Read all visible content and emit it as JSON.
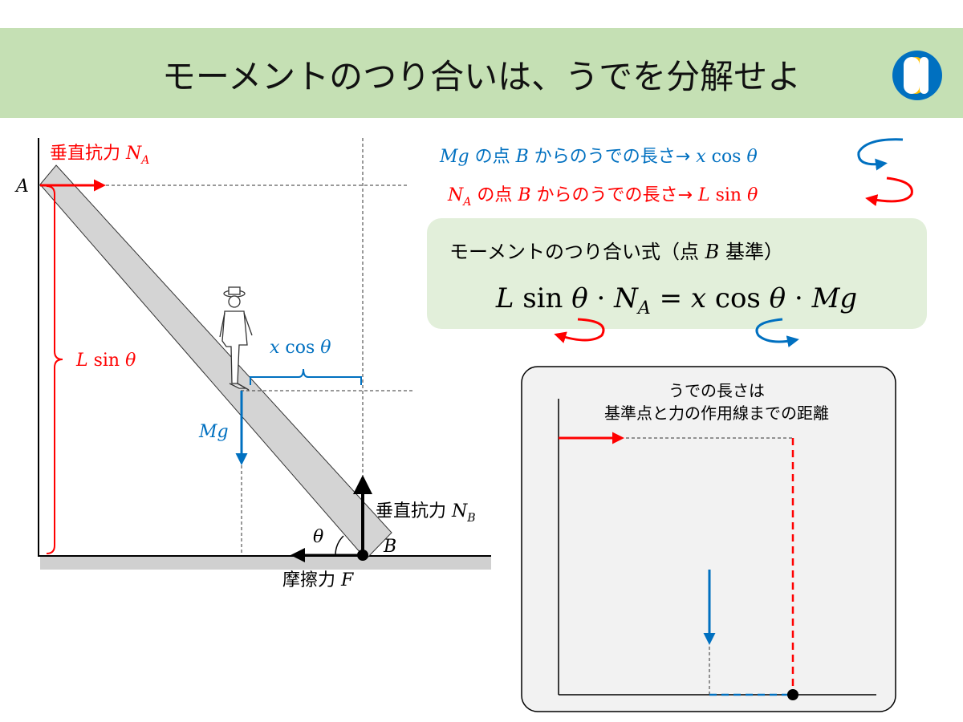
{
  "header": {
    "title": "モーメントのつり合いは、うでを分解せよ",
    "logo": "brand-logo"
  },
  "diagram": {
    "label_A": "A",
    "label_B": "B",
    "normal_A_text": "垂直抗力 ",
    "normal_A_sym": "N",
    "normal_A_sub": "A",
    "normal_B_text": "垂直抗力 ",
    "normal_B_sym": "N",
    "normal_B_sub": "B",
    "friction_text": "摩擦力 ",
    "friction_sym": "F",
    "theta": "θ",
    "Lsin_L": "L",
    "Lsin_fn": " sin ",
    "Lsin_theta": "θ",
    "xcos_x": "x",
    "xcos_fn": " cos ",
    "xcos_theta": "θ",
    "Mg": "Mg"
  },
  "notes": {
    "blue_line": {
      "sym": "Mg",
      "text": " の点 ",
      "pt": "B",
      "text2": " からのうでの長さ→ ",
      "x": "x",
      "fn": " cos ",
      "th": "θ"
    },
    "red_line": {
      "sym": "N",
      "sub": "A",
      "text": " の点 ",
      "pt": "B",
      "text2": " からのうでの長さ→ ",
      "L": "L",
      "fn": " sin ",
      "th": "θ"
    }
  },
  "equation_box": {
    "heading_a": "モーメントのつり合い式（点 ",
    "heading_pt": "B",
    "heading_b": " 基準）",
    "eq_L": "L",
    "eq_sin": " sin ",
    "eq_th1": "θ",
    "eq_dot1": " · ",
    "eq_N": "N",
    "eq_sub": "A",
    "eq_eq": " = ",
    "eq_x": "x",
    "eq_cos": " cos ",
    "eq_th2": "θ",
    "eq_dot2": " · ",
    "eq_Mg": "Mg"
  },
  "inset": {
    "line1": "うでの長さは",
    "line2": "基準点と力の作用線までの距離"
  },
  "colors": {
    "red": "#ff0000",
    "blue": "#0070c0",
    "header_bg": "#c5e0b4",
    "box_bg": "#e2efda",
    "yellow": "#ffc000"
  }
}
